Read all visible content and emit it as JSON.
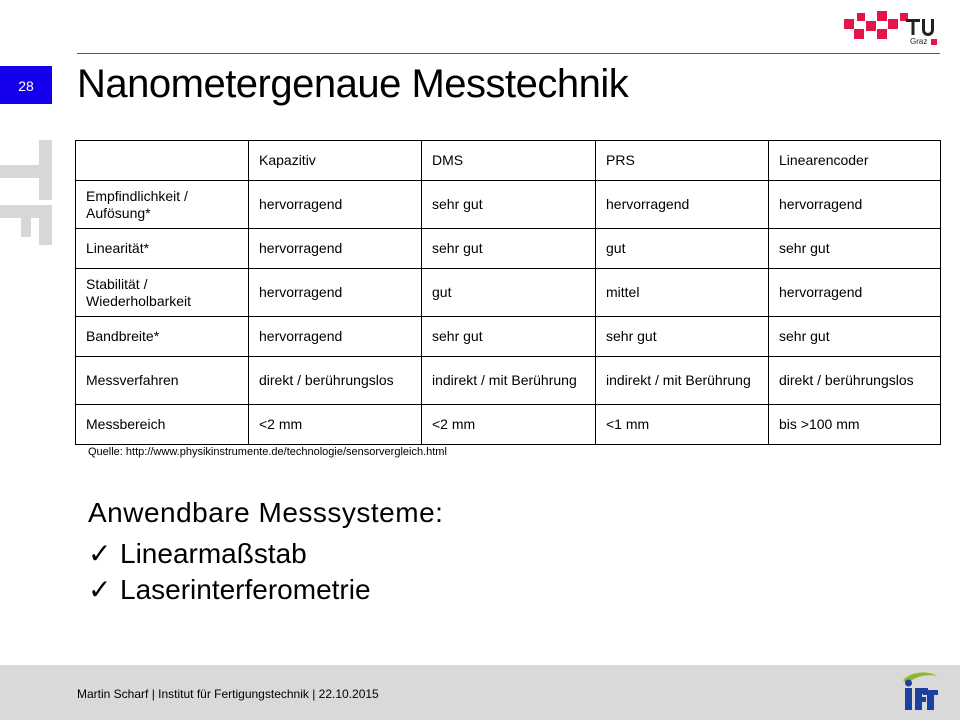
{
  "slide": {
    "number": "28",
    "title": "Nanometergenaue Messtechnik",
    "logos": {
      "top_right": "TU Graz",
      "bottom_right": "iFT",
      "left_watermark": "IFT"
    }
  },
  "table": {
    "headers": [
      "",
      "Kapazitiv",
      "DMS",
      "PRS",
      "Linearencoder"
    ],
    "rows": [
      [
        "Empfindlichkeit / Aufösung*",
        "hervorragend",
        "sehr gut",
        "hervorragend",
        "hervorragend"
      ],
      [
        "Linearität*",
        "hervorragend",
        "sehr gut",
        "gut",
        "sehr gut"
      ],
      [
        "Stabilität / Wiederholbarkeit",
        "hervorragend",
        "gut",
        "mittel",
        "hervorragend"
      ],
      [
        "Bandbreite*",
        "hervorragend",
        "sehr gut",
        "sehr gut",
        "sehr gut"
      ],
      [
        "Messverfahren",
        "direkt / berührungslos",
        "indirekt / mit Berührung",
        "indirekt / mit Berührung",
        "direkt / berührungslos"
      ],
      [
        "Messbereich",
        "<2 mm",
        "<2 mm",
        "<1 mm",
        "bis >100 mm"
      ]
    ],
    "source": "Quelle: http://www.physikinstrumente.de/technologie/sensorvergleich.html"
  },
  "systems": {
    "heading": "Anwendbare Messsysteme:",
    "check_glyph": "✓",
    "items": [
      "Linearmaßstab",
      "Laserinterferometrie"
    ]
  },
  "footer": {
    "text": "Martin Scharf | Institut für Fertigungstechnik | 22.10.2015"
  },
  "colors": {
    "tu_red": "#e4154b",
    "slide_number_bg": "#1500ee",
    "ift_green": "#8cb82b",
    "ift_blue": "#1d3f9e",
    "footer_bg": "#d9d9d9",
    "watermark": "#d7d7d7"
  }
}
